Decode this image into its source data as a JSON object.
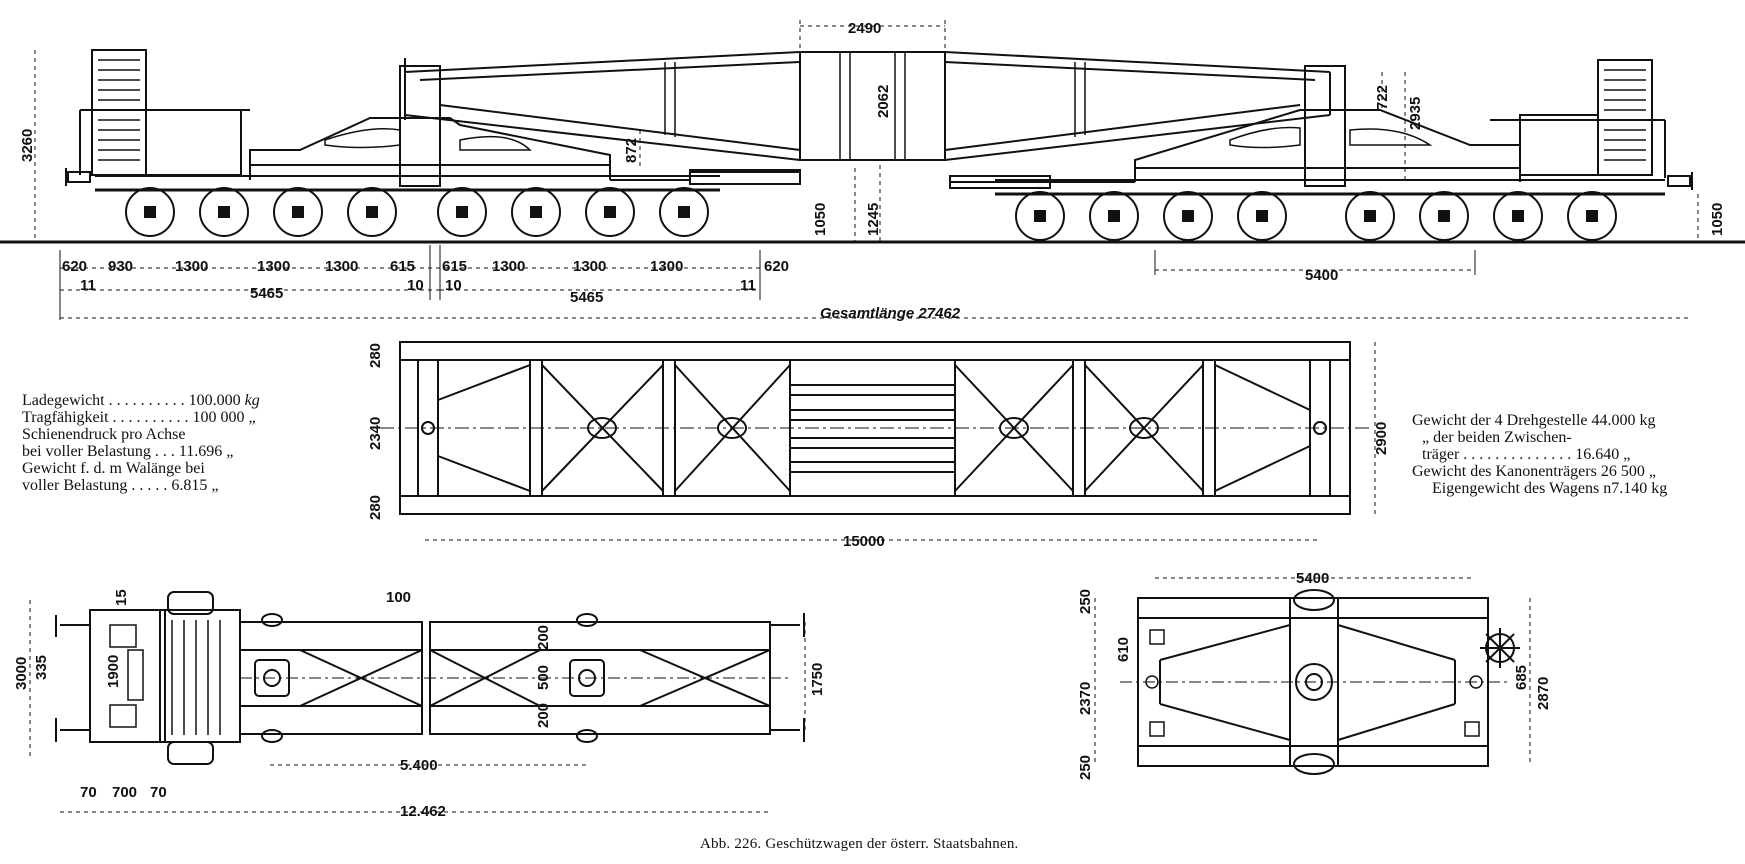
{
  "dims": {
    "d2490": "2490",
    "d2062": "2062",
    "d722": "722",
    "d2935": "2935",
    "d872": "872",
    "d3260": "3260",
    "d1050_left": "1050",
    "d1245": "1245",
    "d1050_right": "1050",
    "side_bottom": [
      "620",
      "930",
      "1300",
      "1300",
      "1300",
      "615",
      "615",
      "1300",
      "1300",
      "1300",
      "620"
    ],
    "d11a": "11",
    "d10a": "10",
    "d10b": "10",
    "d11b": "11",
    "d5465a": "5465",
    "d5465b": "5465",
    "d5400_side": "5400",
    "gesamtlaenge": "Gesamtlänge 27462",
    "d280_top": "280",
    "d2340": "2340",
    "d280_bot": "280",
    "d2900": "2900",
    "d15000": "15000",
    "d100": "100",
    "d15": "15",
    "d3000": "3000",
    "d335": "335",
    "d1900": "1900",
    "d200a": "200",
    "d500": "500",
    "d200b": "200",
    "d1750": "1750",
    "d5400_plan": "5.400",
    "d70a": "70",
    "d700": "700",
    "d70b": "70",
    "d12462": "12.462",
    "d5400_bogie": "5400",
    "d250_top": "250",
    "d2370": "2370",
    "d250_bot": "250",
    "d610": "610",
    "d685": "685",
    "d2870": "2870"
  },
  "left_table": [
    {
      "label": "Ladegewicht . . . . . . . . . . 100.000",
      "unit": "kg"
    },
    {
      "label": "Tragfähigkeit . . . . . . . . . . 100 000",
      "unit": "„"
    },
    {
      "label": "Schienendruck  pro  Achse",
      "unit": ""
    },
    {
      "label": "  bei voller Belastung . . .  11.696",
      "unit": "„"
    },
    {
      "label": "Gewicht f. d. m Walänge bei",
      "unit": ""
    },
    {
      "label": "  voller Belastung . . . . .   6.815",
      "unit": "„"
    }
  ],
  "right_table": [
    {
      "text": "Gewicht der 4  Drehgestelle 44.000 kg"
    },
    {
      "text": "„     der beiden Zwischen-"
    },
    {
      "text": "träger . . . . . . . . . . . . . . 16.640 „"
    },
    {
      "text": "Gewicht des Kanonenträgers  26 500 „"
    },
    {
      "text": "Eigengewicht des Wagens  n7.140 kg"
    }
  ],
  "caption": "Abb. 226. Geschützwagen der österr. Staatsbahnen."
}
